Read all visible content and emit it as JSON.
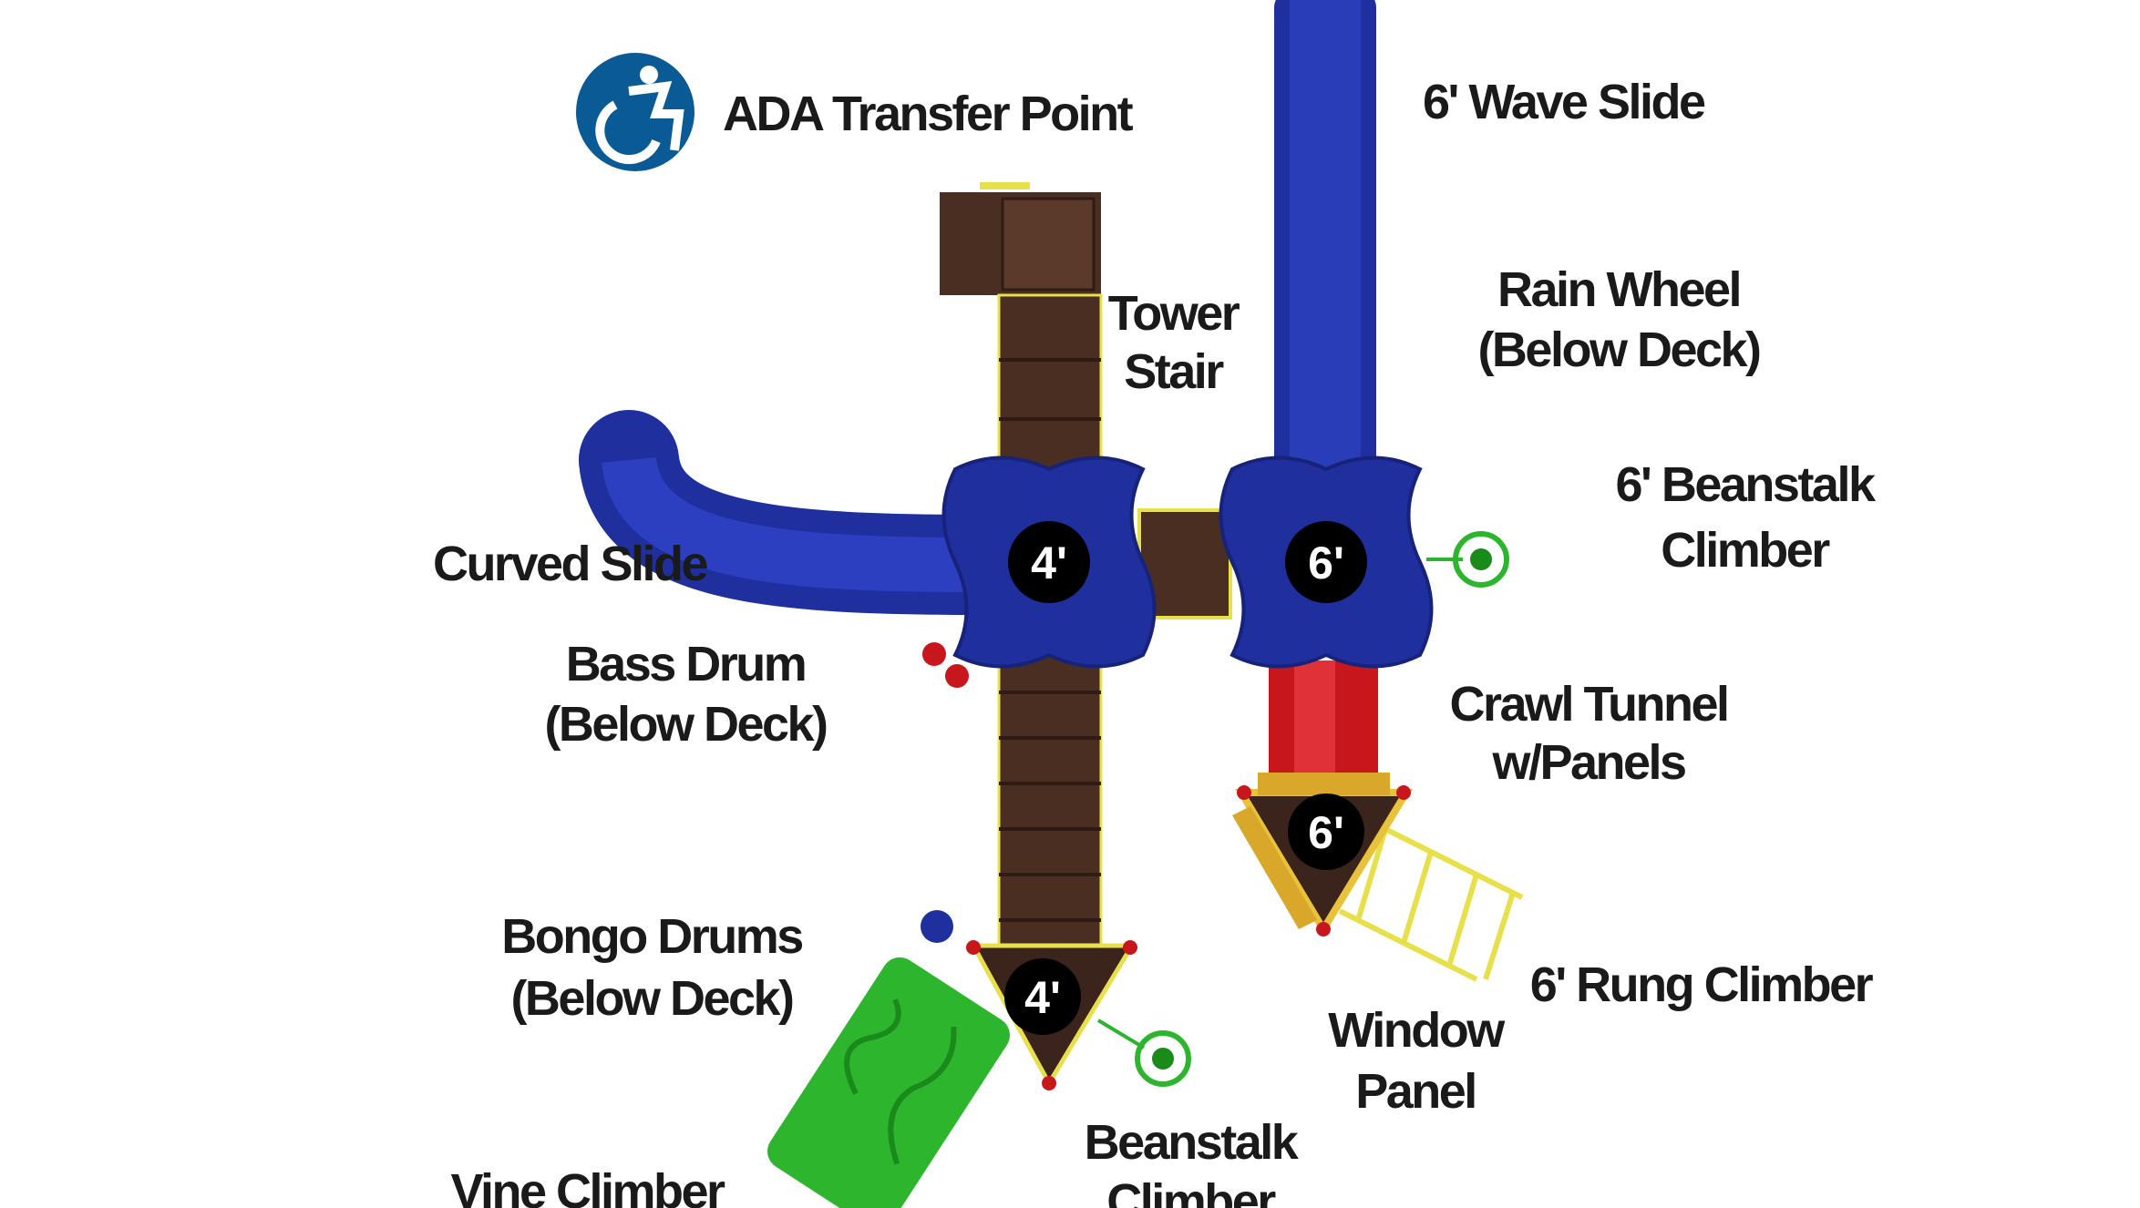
{
  "labels": {
    "ada": "ADA Transfer  Point",
    "wave_slide": "6' Wave Slide",
    "tower_stair": [
      "Tower",
      "Stair"
    ],
    "rain_wheel": [
      "Rain Wheel",
      "(Below Deck)"
    ],
    "beanstalk_6": [
      "6' Beanstalk",
      "Climber"
    ],
    "curved_slide": "Curved Slide",
    "bass_drum": [
      "Bass Drum",
      "(Below Deck)"
    ],
    "crawl_tunnel": [
      "Crawl Tunnel",
      "w/Panels"
    ],
    "rung_climber": "6' Rung Climber",
    "window_panel": [
      "Window",
      "Panel"
    ],
    "bongo_drums": [
      "Bongo Drums",
      "(Below Deck)"
    ],
    "beanstalk": [
      "Beanstalk",
      "Climber"
    ],
    "vine_climber": "Vine Climber"
  },
  "decks": {
    "deck_a": "4'",
    "deck_b": "6'",
    "deck_c": "6'",
    "deck_d": "4'"
  },
  "colors": {
    "blue": "#1f2f9e",
    "brown": "#4a2e22",
    "red": "#c8161d",
    "green": "#2db52d",
    "yellow": "#e8e04a",
    "ada": "#0a5a96"
  }
}
